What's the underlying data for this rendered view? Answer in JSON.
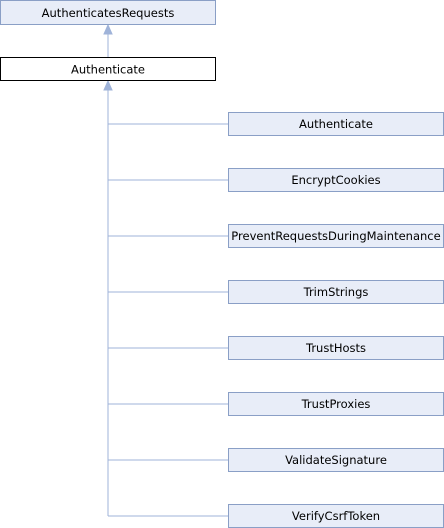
{
  "diagram": {
    "parent": {
      "label": "AuthenticatesRequests"
    },
    "current": {
      "label": "Authenticate"
    },
    "children": [
      {
        "label": "Authenticate"
      },
      {
        "label": "EncryptCookies"
      },
      {
        "label": "PreventRequestsDuringMaintenance"
      },
      {
        "label": "TrimStrings"
      },
      {
        "label": "TrustHosts"
      },
      {
        "label": "TrustProxies"
      },
      {
        "label": "ValidateSignature"
      },
      {
        "label": "VerifyCsrfToken"
      }
    ]
  },
  "colors": {
    "node_fill": "#e8edf8",
    "node_border": "#8a9fc6",
    "current_fill": "#ffffff",
    "current_border": "#000000",
    "edge": "#9fb3d9"
  }
}
